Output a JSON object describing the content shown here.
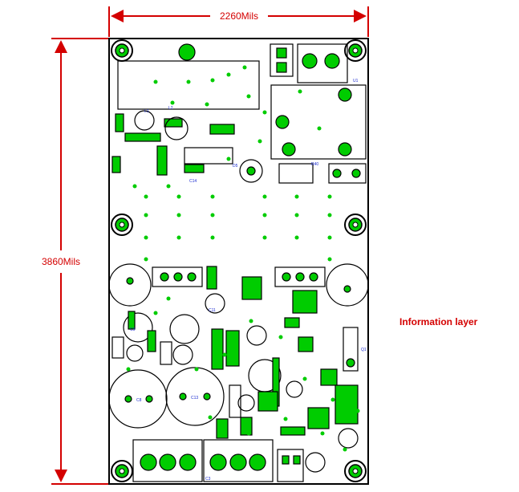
{
  "dimensions": {
    "width_label": "2260Mils",
    "height_label": "3860Mils"
  },
  "layer_label": "Information layer",
  "colors": {
    "dimension": "#d40000",
    "outline": "#000000",
    "pad": "#00cc00",
    "refdes": "#1a2bd0"
  },
  "refdes": {
    "c1": "C8",
    "c2": "C13",
    "c3": "C9",
    "c4": "D5",
    "c5": "U1",
    "c6": "C14",
    "c7": "Q1",
    "c8": "C11",
    "c9": "R40",
    "c10": "L1",
    "c11": "L2",
    "c12": "C3"
  }
}
